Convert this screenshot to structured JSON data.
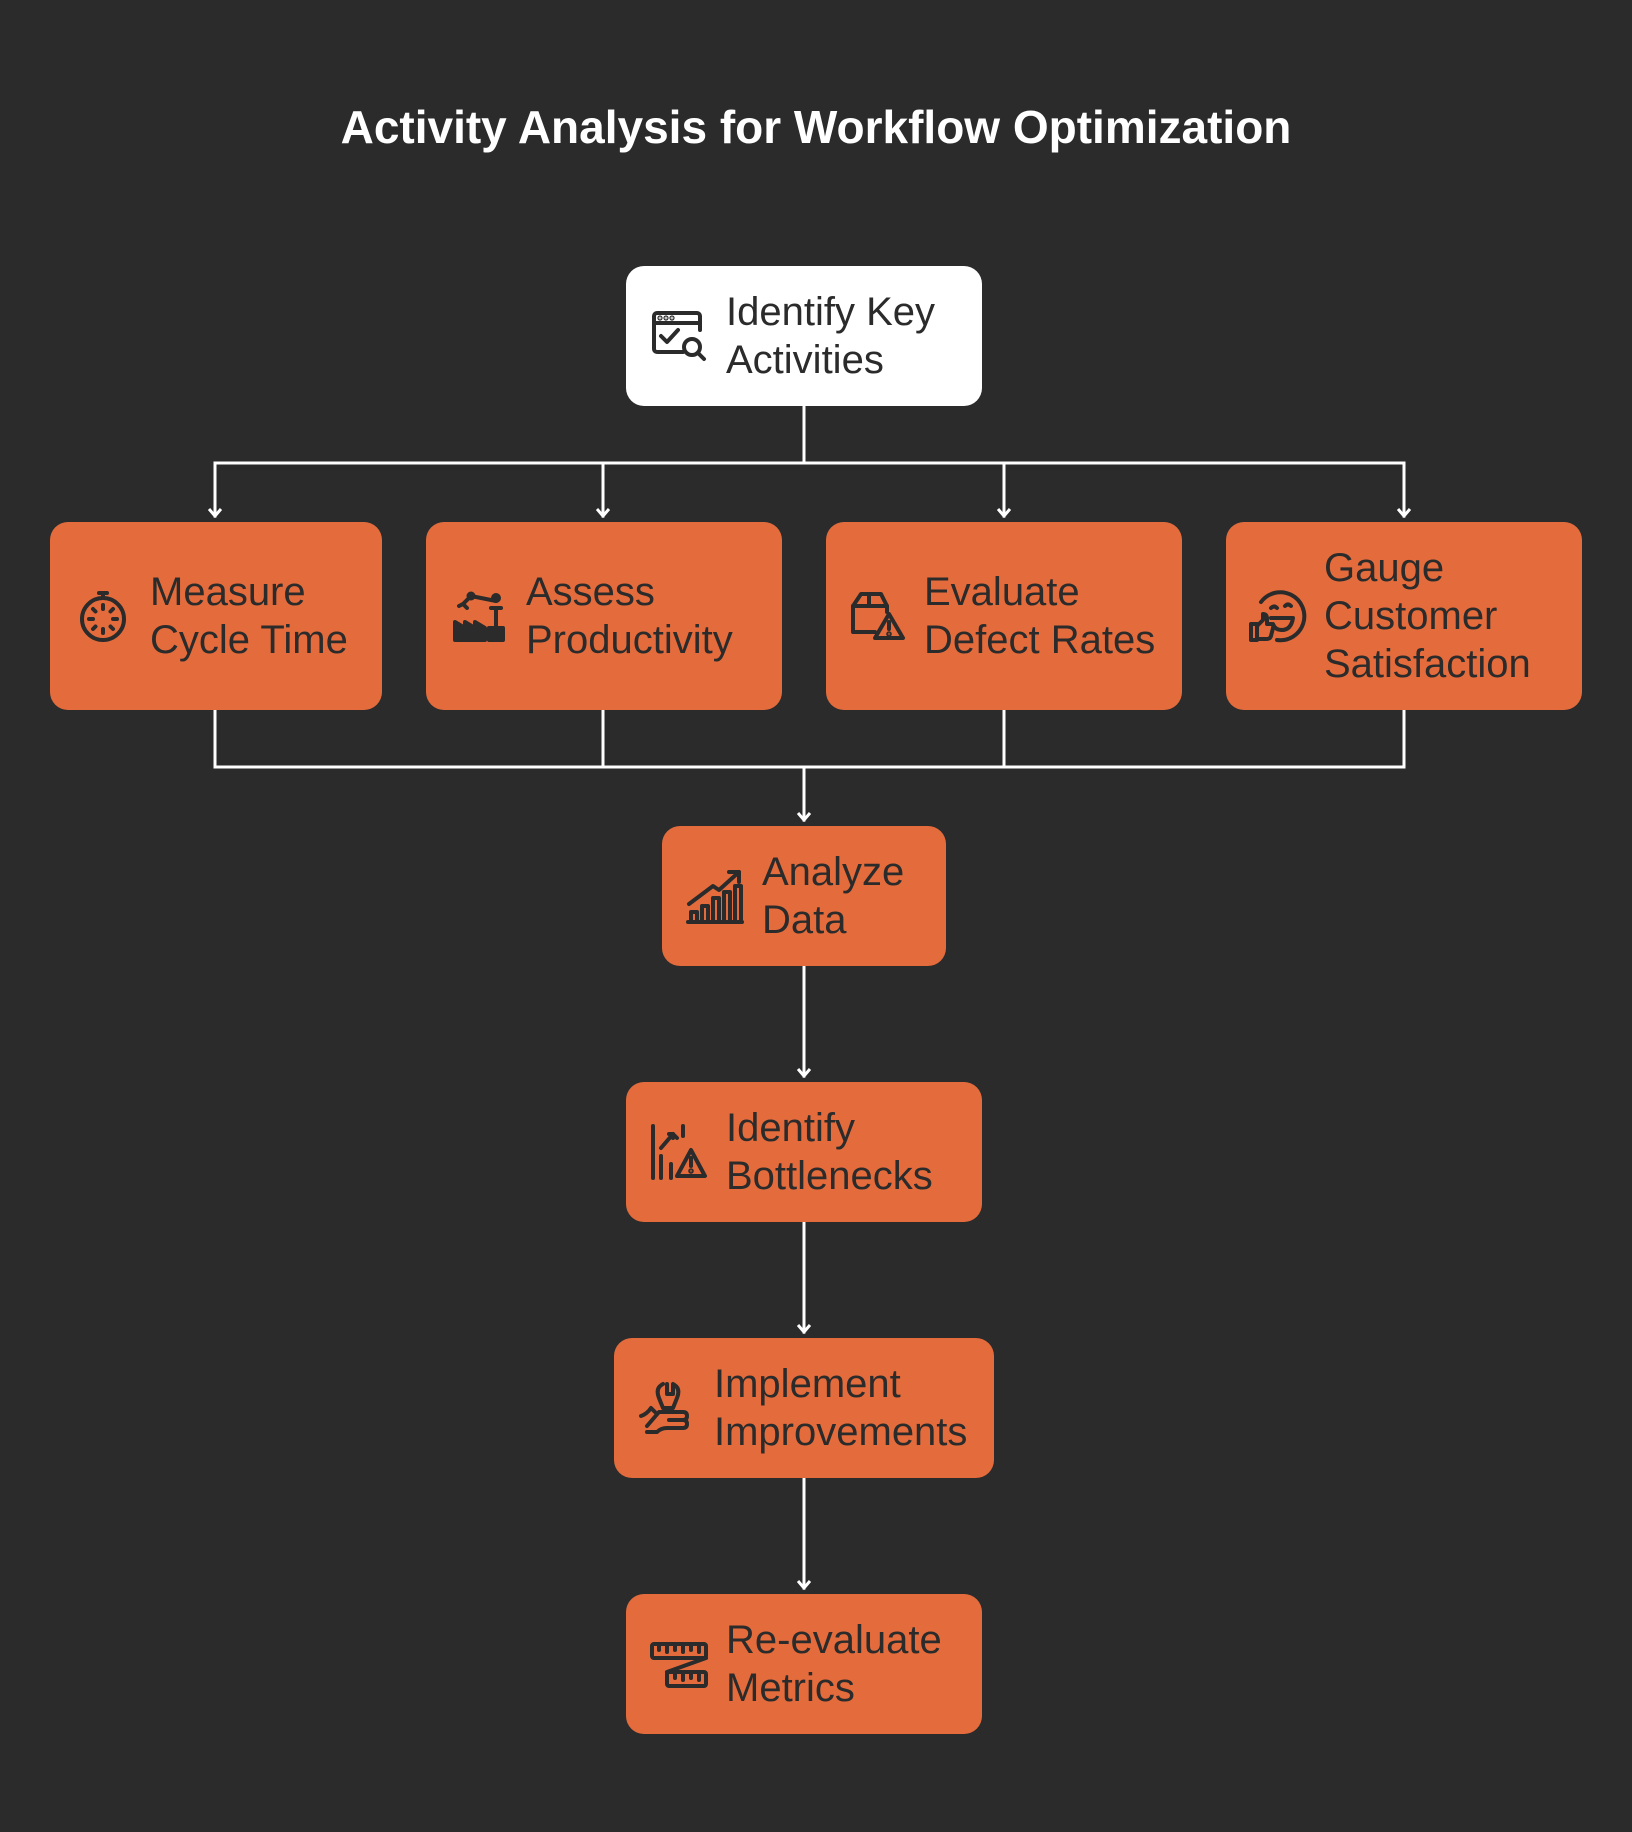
{
  "title": "Activity Analysis for Workflow Optimization",
  "colors": {
    "background": "#2b2b2b",
    "accent": "#e46c3c",
    "start_node": "#ffffff",
    "text_dark": "#2b2b2b",
    "text_light": "#ffffff",
    "connector": "#ffffff"
  },
  "nodes": {
    "identify_key": {
      "label_line1": "Identify Key",
      "label_line2": "Activities",
      "icon": "browser-check-search-icon"
    },
    "cycle_time": {
      "label_line1": "Measure",
      "label_line2": "Cycle Time",
      "icon": "stopwatch-icon"
    },
    "productivity": {
      "label_line1": "Assess",
      "label_line2": "Productivity",
      "icon": "factory-robot-arm-icon"
    },
    "defects": {
      "label_line1": "Evaluate",
      "label_line2": "Defect Rates",
      "icon": "box-warning-icon"
    },
    "satisfaction": {
      "label_line1": "Gauge",
      "label_line2": "Customer",
      "label_line3": "Satisfaction",
      "icon": "smiley-thumbs-up-icon"
    },
    "analyze": {
      "label_line1": "Analyze",
      "label_line2": "Data",
      "icon": "growth-chart-icon"
    },
    "bottlenecks": {
      "label_line1": "Identify",
      "label_line2": "Bottlenecks",
      "icon": "chart-warning-icon"
    },
    "improve": {
      "label_line1": "Implement",
      "label_line2": "Improvements",
      "icon": "hand-wrench-icon"
    },
    "reevaluate": {
      "label_line1": "Re-evaluate",
      "label_line2": "Metrics",
      "icon": "measuring-tape-icon"
    }
  }
}
